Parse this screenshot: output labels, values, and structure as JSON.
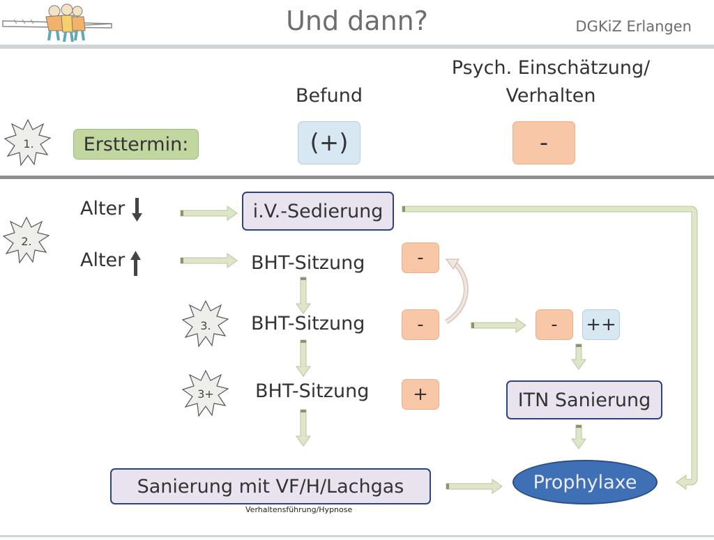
{
  "header": {
    "title": "Und dann?",
    "org": "DGKiZ Erlangen"
  },
  "columns": {
    "befund": "Befund",
    "psych_line1": "Psych. Einschätzung/",
    "psych_line2": "Verhalten"
  },
  "row1": {
    "step": "1.",
    "label": "Ersttermin:",
    "befund_value": "(+)",
    "psych_value": "-"
  },
  "row2": {
    "step": "2.",
    "alter_down": "Alter",
    "alter_up": "Alter",
    "iv_sedierung": "i.V.-Sedierung",
    "bht_1": "BHT-Sitzung",
    "bht_1_rating": "-",
    "step3": "3.",
    "bht_2": "BHT-Sitzung",
    "bht_2_rating": "-",
    "step3plus": "3+",
    "bht_3": "BHT-Sitzung",
    "bht_3_rating": "+",
    "branch_minus": "-",
    "branch_plusplus": "++",
    "itn": "ITN Sanierung",
    "sanierung": "Sanierung mit VF/H/Lachgas",
    "sanierung_note": "Verhaltensführung/Hypnose",
    "prophylaxe": "Prophylaxe"
  },
  "colors": {
    "green_box": "#c2d7a0",
    "peach_box": "#f7c7a8",
    "blue_box": "#d8e8f3",
    "purple_box": "#e8e3ef",
    "border_navy": "#2f4476",
    "prophylaxe_fill": "#3f6fb4",
    "arrow_fill": "#dde6c8"
  }
}
